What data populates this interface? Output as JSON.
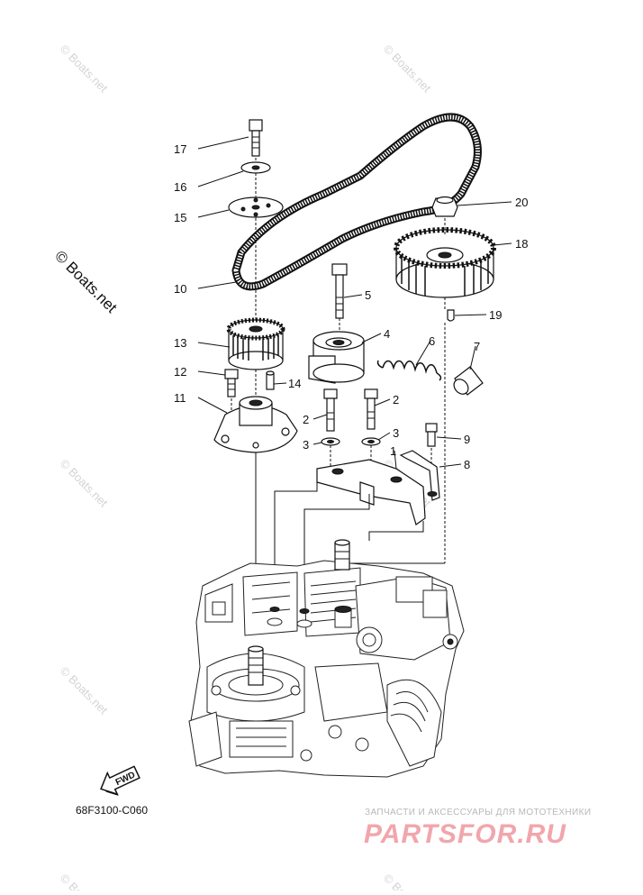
{
  "diagram": {
    "part_code": "68F3100-C060",
    "fwd_label": "FWD",
    "callouts": [
      "17",
      "16",
      "15",
      "10",
      "13",
      "12",
      "11",
      "14",
      "5",
      "4",
      "6",
      "7",
      "2",
      "2",
      "3",
      "3",
      "1",
      "9",
      "8",
      "20",
      "18",
      "19"
    ]
  },
  "watermarks": {
    "copyright": "© Boats.net",
    "copyright_big": "© Boats.net"
  },
  "branding": {
    "tagline": "ЗАПЧАСТИ И АКСЕССУАРЫ ДЛЯ МОТОТЕХНИКИ",
    "site": "PARTSFOR.RU",
    "accent_color": "#f1a6ac"
  }
}
